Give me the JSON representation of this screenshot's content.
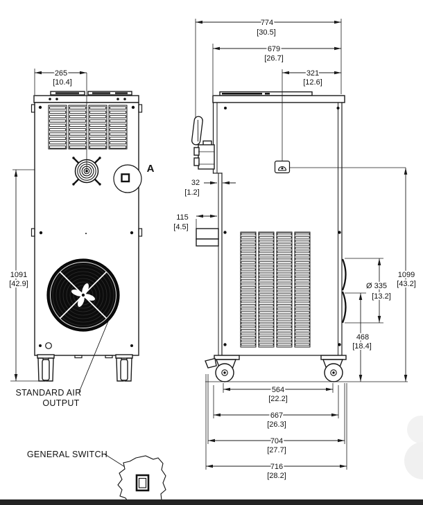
{
  "page": {
    "background": "#ffffff",
    "line_color": "#1a1a1a",
    "footer_bar_color": "#232323"
  },
  "labels": {
    "detail_callout": "A",
    "standard_air_output": [
      "STANDARD AIR",
      "OUTPUT"
    ],
    "general_switch": "GENERAL SWITCH"
  },
  "dimensions": {
    "depth_overall": {
      "mm": "774",
      "inch": "[30.5]"
    },
    "depth_body": {
      "mm": "679",
      "inch": "[26.7]"
    },
    "conn_to_back": {
      "mm": "321",
      "inch": "[12.6]"
    },
    "fan_offset_front": {
      "mm": "265",
      "inch": "[10.4]"
    },
    "height_intake": {
      "mm": "1091",
      "inch": "[42.9]"
    },
    "height_conn": {
      "mm": "1099",
      "inch": "[43.2]"
    },
    "panel_step": {
      "mm": "32",
      "inch": "[1.2]"
    },
    "duct_depth": {
      "mm": "115",
      "inch": "[4.5]"
    },
    "output_diameter": {
      "mm": "Ø 335",
      "inch": "[13.2]"
    },
    "output_height": {
      "mm": "468",
      "inch": "[18.4]"
    },
    "wheelbase": {
      "mm": "564",
      "inch": "[22.2]"
    },
    "base_width_667": {
      "mm": "667",
      "inch": "[26.3]"
    },
    "base_width_704": {
      "mm": "704",
      "inch": "[27.7]"
    },
    "base_width_716": {
      "mm": "716",
      "inch": "[28.2]"
    }
  }
}
